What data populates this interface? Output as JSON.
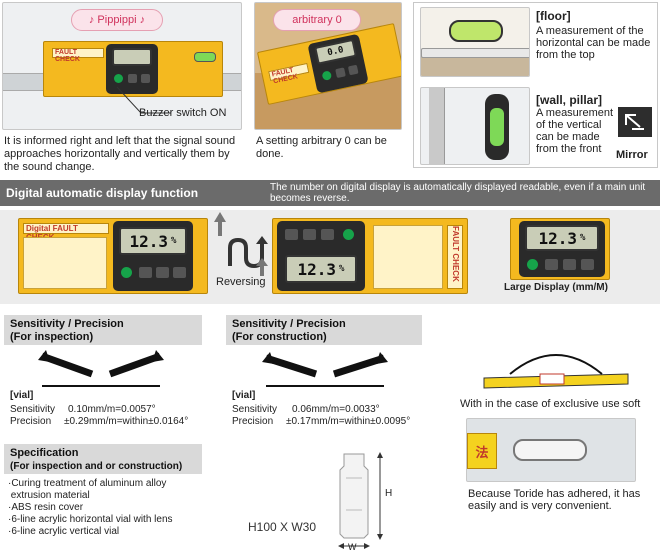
{
  "top": {
    "bubble_buzzer": "♪ Pippippi ♪",
    "buzzer_caption": "Buzzer switch ON",
    "buzzer_desc": "It is informed right and left that the signal sound approaches horizontally and vertically them by the sound change.",
    "bubble_zero": "arbitrary 0",
    "zero_desc": "A setting arbitrary 0 can be done.",
    "floor_title": "[floor]",
    "floor_desc": "A measurement of the horizontal can be made from the top",
    "wall_title": "[wall, pillar]",
    "wall_desc": "A measurement of the vertical can be made from the front",
    "mirror_label": "Mirror"
  },
  "digital": {
    "title": "Digital automatic display function",
    "desc": "The number on digital display is automatically displayed readable, even if a main unit becomes reverse.",
    "reading": "12.3",
    "unit": "%",
    "brand": "Digital FAULT CHECK",
    "reversing_label": "Reversing",
    "large_display_label": "Large Display (mm/M)"
  },
  "sens_inspection": {
    "title_line1": "Sensitivity / Precision",
    "title_line2": "(For inspection)",
    "vial_label": "[vial]",
    "sensitivity_label": "Sensitivity",
    "sensitivity_value": "0.10mm/m=0.0057°",
    "precision_label": "Precision",
    "precision_value": "±0.29mm/m=within±0.0164°"
  },
  "sens_construction": {
    "title_line1": "Sensitivity / Precision",
    "title_line2": "(For construction)",
    "vial_label": "[vial]",
    "sensitivity_label": "Sensitivity",
    "sensitivity_value": "0.06mm/m=0.0033°",
    "precision_label": "Precision",
    "precision_value": "±0.17mm/m=within±0.0095°"
  },
  "spec": {
    "title_line1": "Specification",
    "title_line2": "(For inspection and or construction)",
    "items": [
      "·Curing treatment of aluminum alloy",
      " extrusion material",
      "·ABS resin cover",
      "·6-line acrylic horizontal vial with lens",
      "·6-line acrylic vertical vial"
    ],
    "dimension": "H100 X W30",
    "h_label": "H",
    "w_label": "W"
  },
  "accessories": {
    "case_caption": "With in the case of exclusive use soft",
    "magnet_caption": "Because Toride has adhered, it has easily and is very convenient."
  },
  "colors": {
    "device_yellow": "#f4b91f",
    "header_gray": "#6b6b6b",
    "bubble_pink": "#d0315c"
  }
}
